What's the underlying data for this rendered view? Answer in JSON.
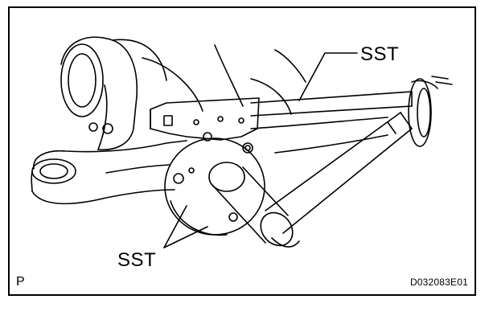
{
  "callouts": {
    "sst_top": "SST",
    "sst_bottom": "SST"
  },
  "footer": {
    "corner_letter": "P",
    "figure_code": "D032083E01"
  },
  "colors": {
    "line": "#000000",
    "background": "#ffffff"
  }
}
